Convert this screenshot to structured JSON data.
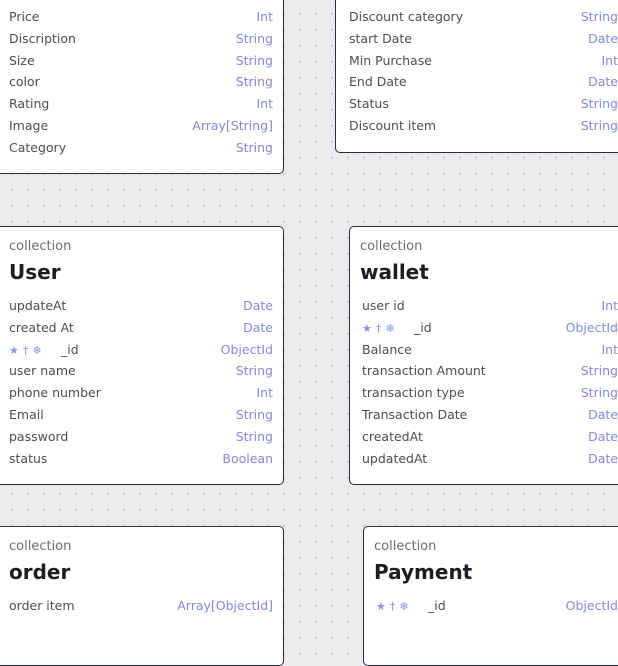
{
  "colors": {
    "canvas": "#ebebed",
    "card_border": "#2a2d36",
    "type_text": "#8289d6",
    "key_icons": "#8a8fe8"
  },
  "cards": {
    "product": {
      "fields": [
        {
          "name": "Price",
          "type": "Int"
        },
        {
          "name": "Discription",
          "type": "String"
        },
        {
          "name": "Size",
          "type": "String"
        },
        {
          "name": "color",
          "type": "String"
        },
        {
          "name": "Rating",
          "type": "Int"
        },
        {
          "name": "Image",
          "type": "Array[String]"
        },
        {
          "name": "Category",
          "type": "String"
        }
      ]
    },
    "discount": {
      "fields": [
        {
          "name": "Discount category",
          "type": "String"
        },
        {
          "name": "start Date",
          "type": "Date"
        },
        {
          "name": "Min Purchase",
          "type": "Int"
        },
        {
          "name": "End Date",
          "type": "Date"
        },
        {
          "name": "Status",
          "type": "String"
        },
        {
          "name": "Discount item",
          "type": "String"
        }
      ]
    },
    "user": {
      "kind": "collection",
      "title": "User",
      "fields": [
        {
          "name": "updateAt",
          "type": "Date"
        },
        {
          "name": "created At",
          "type": "Date"
        },
        {
          "name": "_id",
          "type": "ObjectId",
          "key_icons": [
            "star-icon",
            "key-icon",
            "snowflake-icon"
          ]
        },
        {
          "name": "user name",
          "type": "String"
        },
        {
          "name": "phone number",
          "type": "Int"
        },
        {
          "name": "Email",
          "type": "String"
        },
        {
          "name": "password",
          "type": "String"
        },
        {
          "name": "status",
          "type": "Boolean"
        }
      ]
    },
    "wallet": {
      "kind": "collection",
      "title": "wallet",
      "fields": [
        {
          "name": "user id",
          "type": "Int"
        },
        {
          "name": "_id",
          "type": "ObjectId",
          "key_icons": [
            "star-icon",
            "key-icon",
            "snowflake-icon"
          ]
        },
        {
          "name": "Balance",
          "type": "Int"
        },
        {
          "name": "transaction Amount",
          "type": "String"
        },
        {
          "name": "transaction type",
          "type": "String"
        },
        {
          "name": "Transaction Date",
          "type": "Date"
        },
        {
          "name": "createdAt",
          "type": "Date"
        },
        {
          "name": "updatedAt",
          "type": "Date"
        }
      ]
    },
    "order": {
      "kind": "collection",
      "title": "order",
      "fields": [
        {
          "name": "order item",
          "type": "Array[ObjectId]"
        }
      ]
    },
    "payment": {
      "kind": "collection",
      "title": "Payment",
      "fields": [
        {
          "name": "_id",
          "type": "ObjectId",
          "key_icons": [
            "star-icon",
            "key-icon",
            "snowflake-icon"
          ]
        }
      ]
    }
  }
}
